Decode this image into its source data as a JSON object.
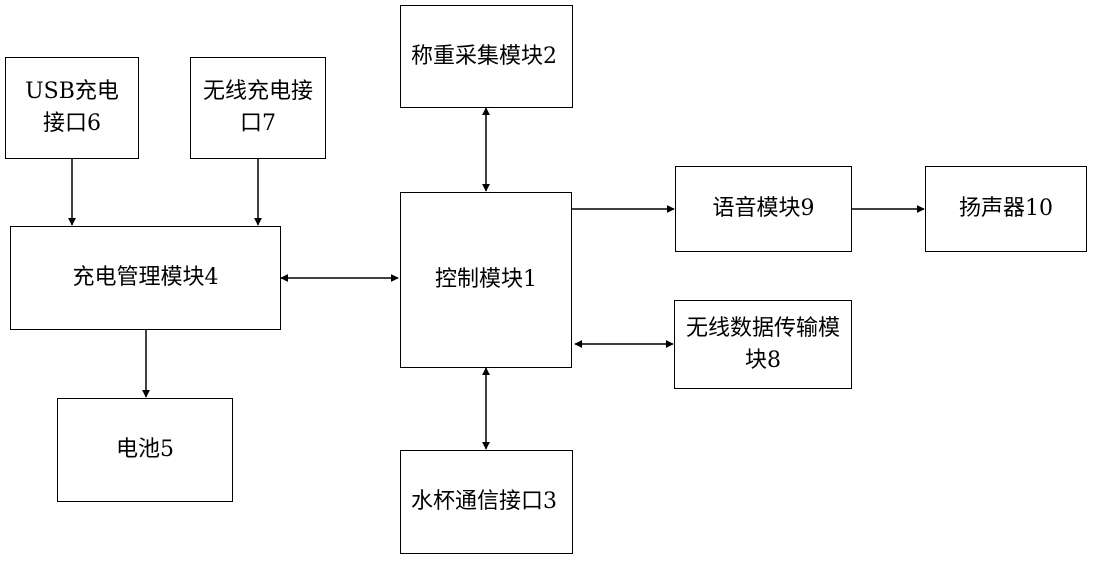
{
  "diagram": {
    "modules": {
      "control": "控制模块1",
      "weighing": "称重采集模块2",
      "cup_interface": "水杯通信接口3",
      "charge_mgmt": "充电管理模块4",
      "battery": "电池5",
      "usb_port": "USB充电接口6",
      "wireless_charge": "无线充电接口7",
      "wireless_data": "无线数据传输模块8",
      "voice": "语音模块9",
      "speaker": "扬声器10"
    },
    "connections": [
      {
        "from": "weighing",
        "to": "control",
        "direction": "both"
      },
      {
        "from": "control",
        "to": "voice",
        "direction": "forward"
      },
      {
        "from": "voice",
        "to": "speaker",
        "direction": "forward"
      },
      {
        "from": "charge_mgmt",
        "to": "control",
        "direction": "both"
      },
      {
        "from": "control",
        "to": "wireless_data",
        "direction": "both"
      },
      {
        "from": "control",
        "to": "cup_interface",
        "direction": "both"
      },
      {
        "from": "usb_port",
        "to": "charge_mgmt",
        "direction": "forward"
      },
      {
        "from": "wireless_charge",
        "to": "charge_mgmt",
        "direction": "forward"
      },
      {
        "from": "charge_mgmt",
        "to": "battery",
        "direction": "forward"
      }
    ]
  }
}
